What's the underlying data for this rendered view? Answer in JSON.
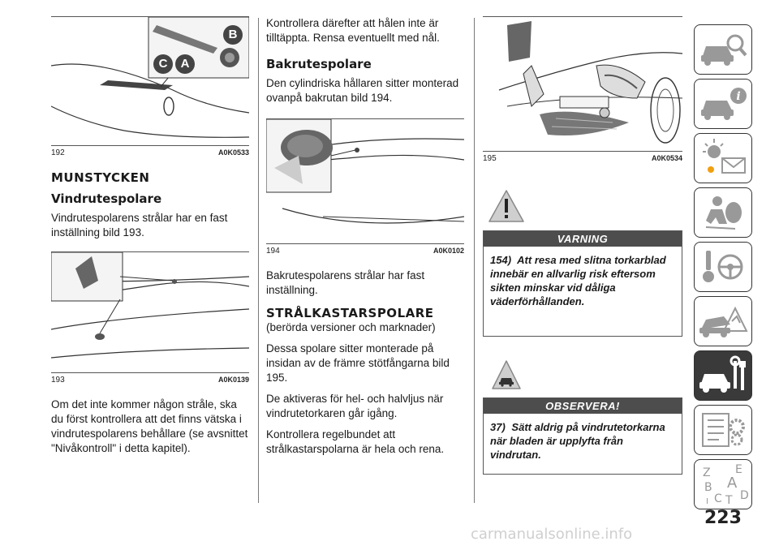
{
  "col1": {
    "fig192": {
      "num": "192",
      "code": "A0K0533",
      "labels": [
        "B",
        "C",
        "A"
      ]
    },
    "heading_main": "MUNSTYCKEN",
    "heading_sub": "Vindrutespolare",
    "p1": "Vindrutespolarens strålar har en fast inställning bild 193.",
    "fig193": {
      "num": "193",
      "code": "A0K0139"
    },
    "p2": "Om det inte kommer någon stråle, ska du först kontrollera att det finns vätska i vindrutespolarens behållare (se avsnittet \"Nivåkontroll\" i detta kapitel)."
  },
  "col2": {
    "p0": "Kontrollera därefter att hålen inte är tilltäppta. Rensa eventuellt med nål.",
    "heading_sub": "Bakrutespolare",
    "p1": "Den cylindriska hållaren sitter monterad ovanpå bakrutan bild 194.",
    "fig194": {
      "num": "194",
      "code": "A0K0102"
    },
    "p2": "Bakrutespolarens strålar har fast inställning.",
    "heading_main": "STRÅLKASTARSPOLARE",
    "subtitle": "(berörda versioner och marknader)",
    "p3": "Dessa spolare sitter monterade på insidan av de främre stötfångarna bild 195.",
    "p4": "De aktiveras för hel- och halvljus när vindrutetorkaren går igång.",
    "p5": "Kontrollera regelbundet att strålkastarspolarna är hela och rena."
  },
  "col3": {
    "fig195": {
      "num": "195",
      "code": "A0K0534"
    },
    "warning": {
      "title": "VARNING",
      "num": "154)",
      "text": "Att resa med slitna torkarblad innebär en allvarlig risk eftersom sikten minskar vid dåliga väderförhållanden."
    },
    "note": {
      "title": "OBSERVERA!",
      "num": "37)",
      "text": "Sätt aldrig på vindrutetorkarna när bladen är upplyfta från vindrutan."
    }
  },
  "page_number": "223",
  "watermark": "carmanualsonline.info",
  "side_tabs": [
    "car-search-icon",
    "car-info-icon",
    "lights-mail-icon",
    "airbag-person-icon",
    "key-steering-icon",
    "car-accident-icon",
    "car-tools-icon",
    "checklist-gear-icon",
    "alphabet-index-icon"
  ],
  "index_letters": [
    "Z",
    "E",
    "B",
    "A",
    "C",
    "T",
    "D",
    "I"
  ],
  "colors": {
    "active_tab": "#3a3a3a",
    "warn_bar": "#4d4d4d",
    "brake_orange": "#f0a010"
  }
}
